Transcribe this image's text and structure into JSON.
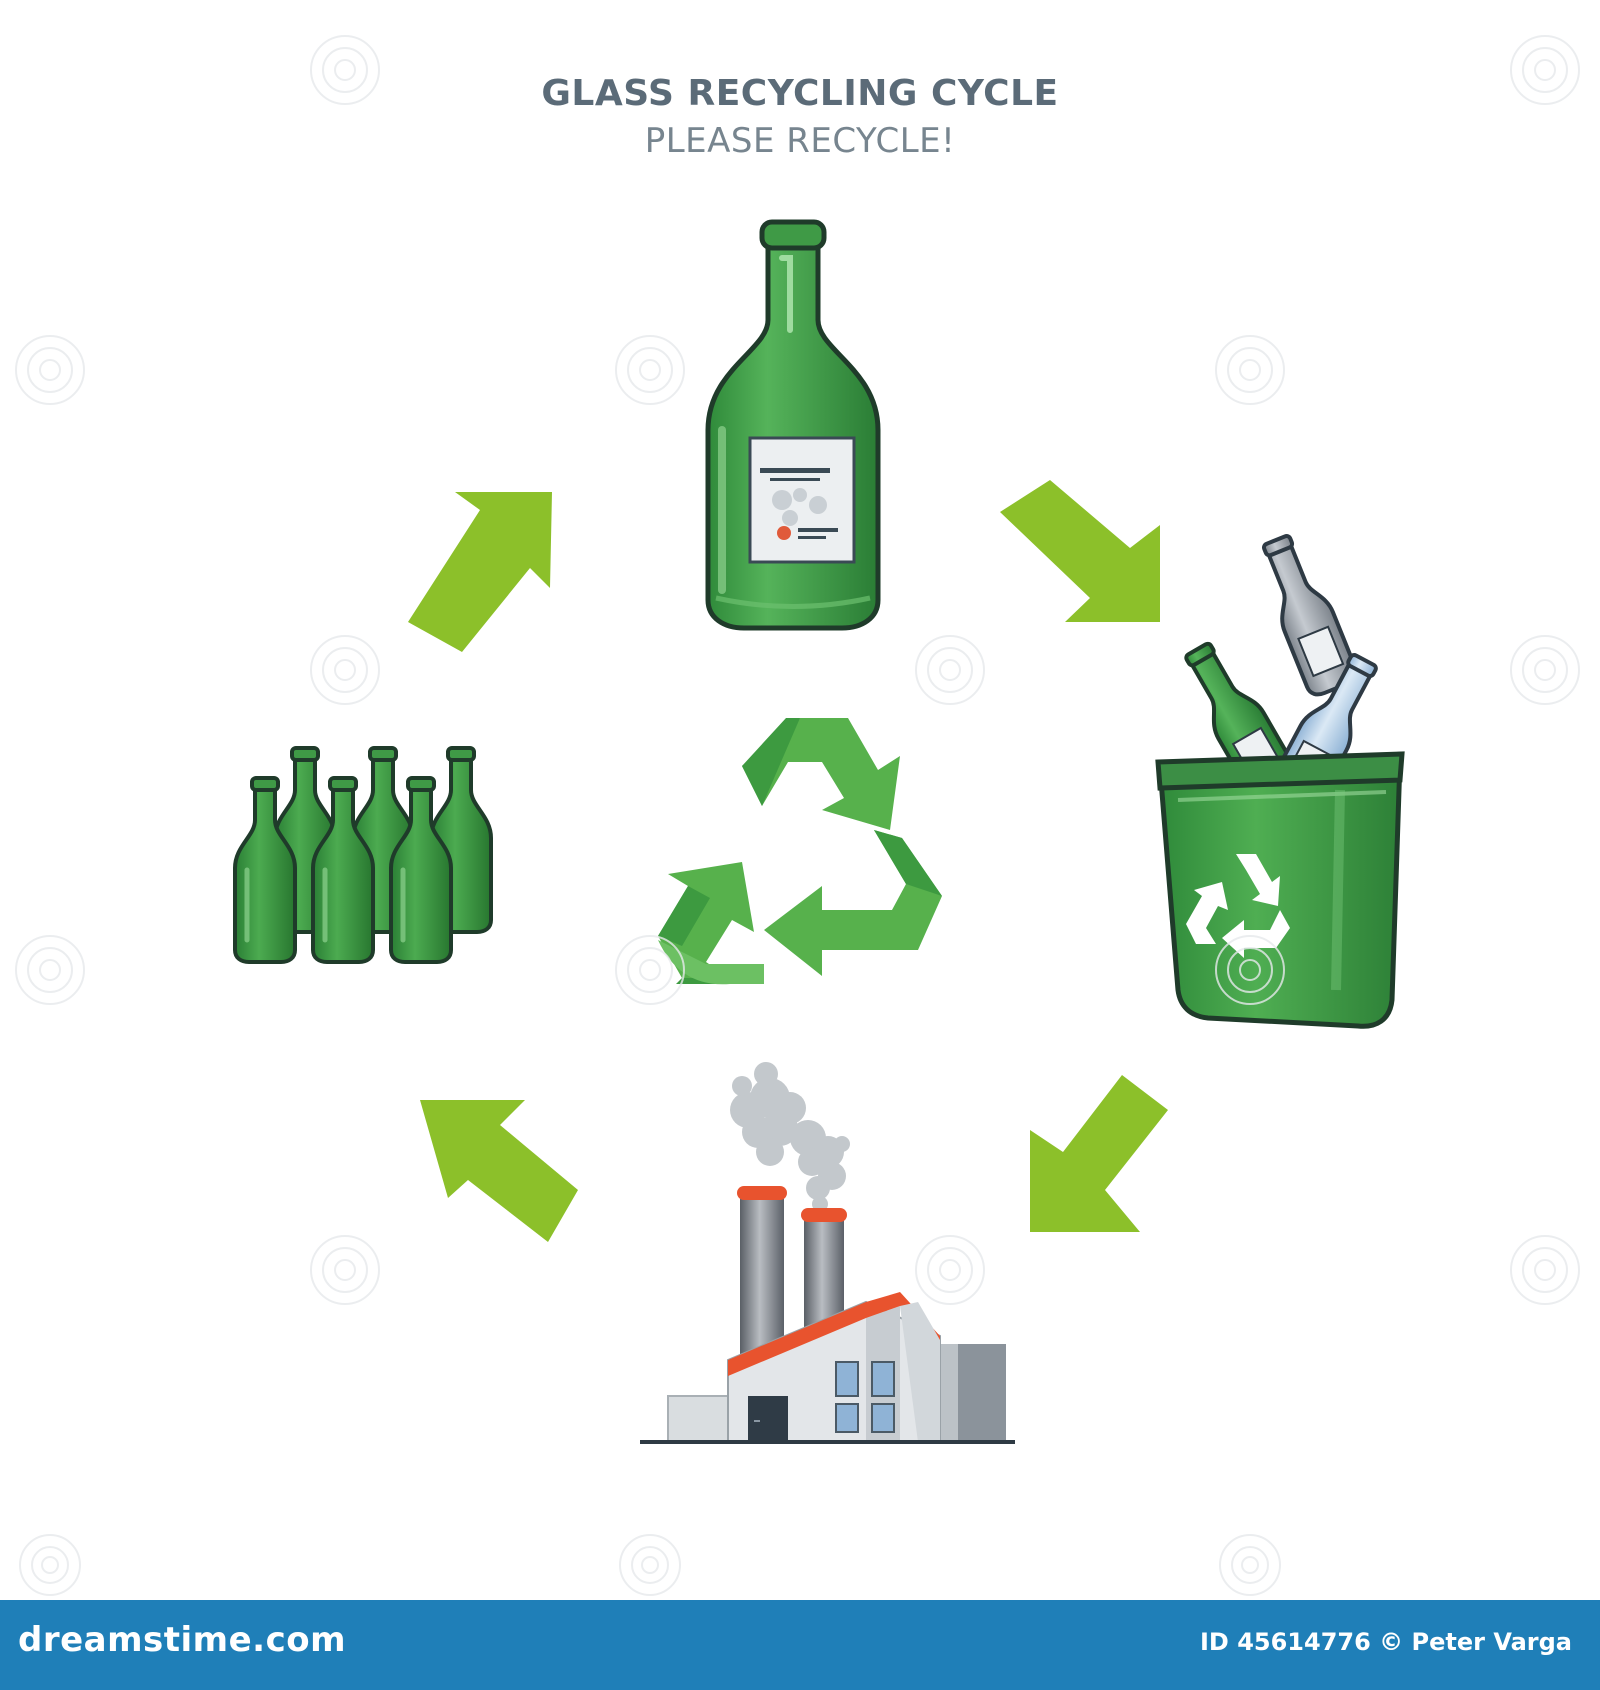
{
  "header": {
    "title": "GLASS RECYCLING CYCLE",
    "subtitle": "PLEASE RECYCLE!"
  },
  "footer": {
    "brand": "dreamstime.com",
    "credit": "ID 45614776 © Peter Varga"
  },
  "colors": {
    "arrow_green": "#8cc02a",
    "bottle_green": "#3f9a46",
    "bin_green": "#3f9a46",
    "symbol_green": "#4ba842",
    "factory_roof": "#e8532e",
    "footer_blue": "#1f7fb8"
  },
  "cycle": {
    "steps": [
      "glass-bottle",
      "recycling-bin",
      "glass-factory",
      "new-bottles"
    ]
  }
}
